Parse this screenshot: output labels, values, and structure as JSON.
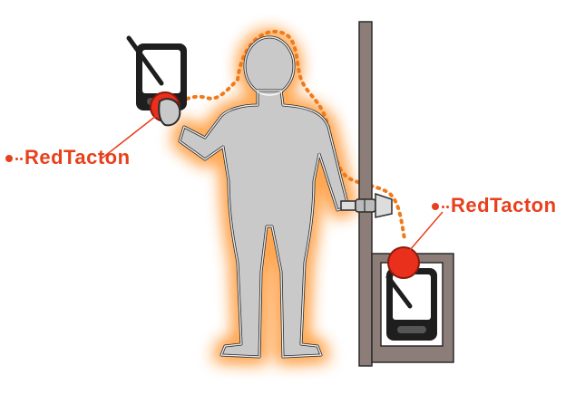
{
  "labels": {
    "left": "RedTacton",
    "right": "RedTacton"
  },
  "colors": {
    "accent": "#e8401c",
    "glow": "#ffa64d",
    "body_fill": "#c9c9c9",
    "body_outline": "#2b2b2b",
    "door": "#8c7d78",
    "signal_dots": "#f07a1a"
  },
  "icons": {
    "person": "human-silhouette",
    "handheld_left": "pda-device",
    "handheld_right": "pda-device",
    "door": "door-panel",
    "handle": "door-handle"
  }
}
